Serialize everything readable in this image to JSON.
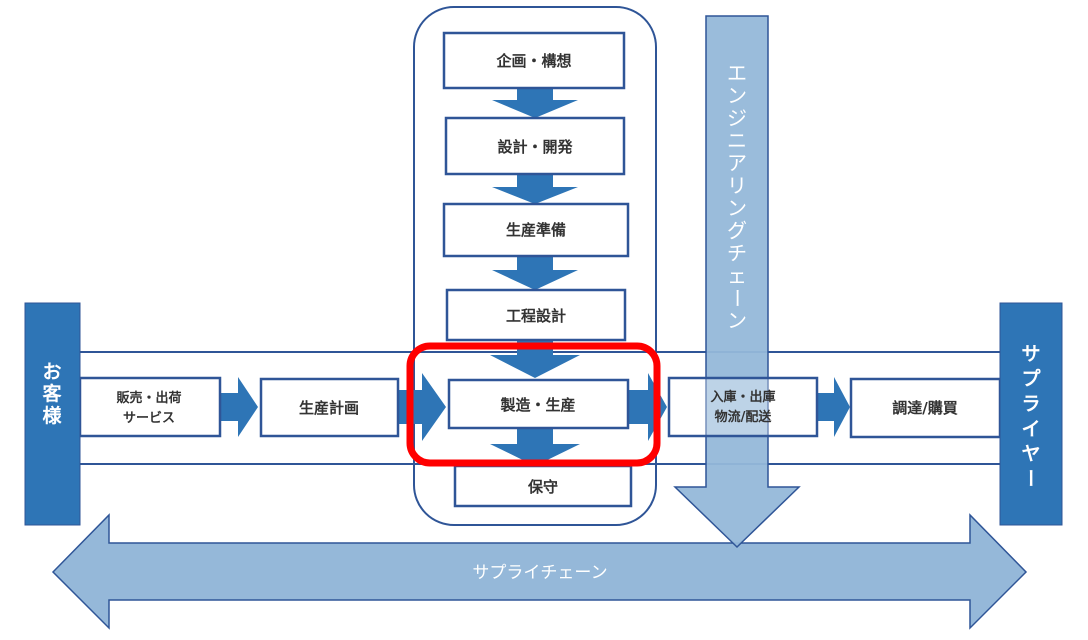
{
  "diagram": {
    "colors": {
      "dark_blue": "#2e75b6",
      "border_blue": "#2f5597",
      "light_blue": "#95b8d9",
      "highlight_red": "#ff0000",
      "text": "#333333"
    },
    "vertical_flow": [
      {
        "label": "企画・構想"
      },
      {
        "label": "設計・開発"
      },
      {
        "label": "生産準備"
      },
      {
        "label": "工程設計"
      },
      {
        "label": "製造・生産",
        "highlighted": true
      },
      {
        "label": "保守"
      }
    ],
    "horizontal_flow": [
      {
        "line1": "販売・出荷",
        "line2": "サービス"
      },
      {
        "line1": "生産計画"
      },
      {
        "line1": "製造・生産"
      },
      {
        "line1": "入庫・出庫",
        "line2": "物流/配送"
      },
      {
        "line1": "調達/購買"
      }
    ],
    "customer": {
      "label": "お客様",
      "chars": [
        "お",
        "客",
        "様"
      ]
    },
    "supplier": {
      "label": "サプライヤー",
      "chars": [
        "サ",
        "プ",
        "ラ",
        "イ",
        "ヤ",
        "ー"
      ]
    },
    "engineering_chain": {
      "label": "エンジニアリングチェーン",
      "chars": [
        "エ",
        "ン",
        "ジ",
        "ニ",
        "ア",
        "リ",
        "ン",
        "グ",
        "チ",
        "ェ",
        "ー",
        "ン"
      ]
    },
    "supply_chain": {
      "label": "サプライチェーン"
    }
  }
}
